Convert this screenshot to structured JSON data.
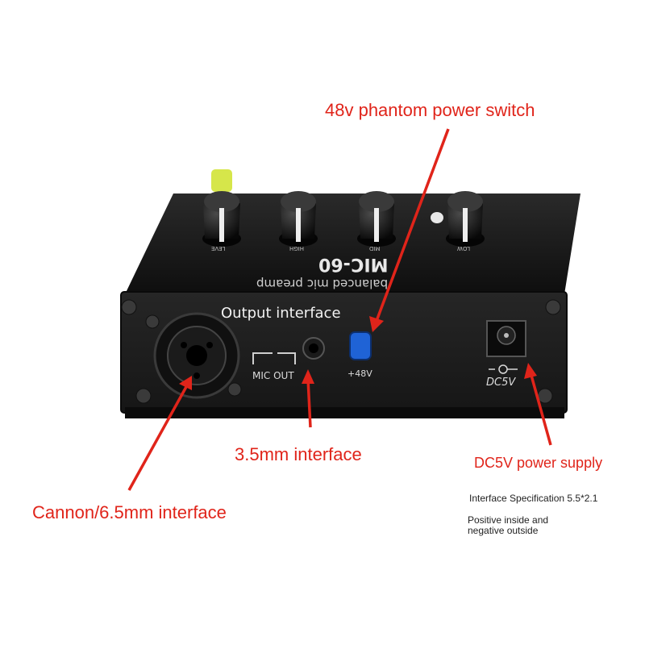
{
  "device": {
    "model": "MIC-60",
    "subtitle": "balanced mic preamp",
    "knob_labels": [
      "LEVE",
      "HIGH",
      "MID",
      "LOW"
    ],
    "panel_labels": {
      "output_interface": "Output interface",
      "mic_out": "MIC OUT",
      "phantom": "+48V",
      "dc": "DC5V"
    },
    "colors": {
      "chassis": "#151515",
      "panel": "#1e1e1e",
      "switch": "#1f63d6",
      "accent_knob": "#d6e64a"
    }
  },
  "callouts": {
    "phantom_switch": "48v phantom power switch",
    "jack_35": "3.5mm interface",
    "dc_supply": "DC5V power supply",
    "cannon": "Cannon/6.5mm interface",
    "color": "#e0241a"
  },
  "notes": {
    "spec": "Interface Specification 5.5*2.1",
    "polarity_line1": "Positive inside and",
    "polarity_line2": "negative outside"
  }
}
